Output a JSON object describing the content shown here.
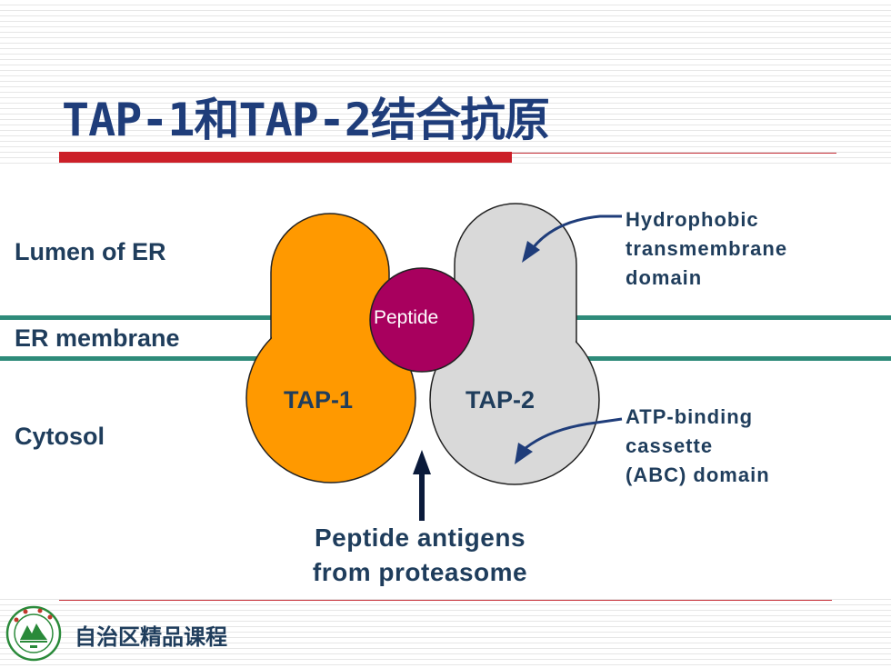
{
  "slide": {
    "title": "TAP-1和TAP-2结合抗原"
  },
  "diagram": {
    "regions": {
      "lumen": "Lumen of ER",
      "membrane": "ER membrane",
      "cytosol": "Cytosol"
    },
    "proteins": {
      "tap1": "TAP-1",
      "tap2": "TAP-2",
      "peptide": "Peptide"
    },
    "annotations": {
      "hydrophobic": [
        "Hydrophobic",
        "transmembrane",
        "domain"
      ],
      "atp_binding": [
        "ATP-binding",
        "cassette",
        "(ABC) domain"
      ]
    },
    "caption": [
      "Peptide antigens",
      "from proteasome"
    ],
    "colors": {
      "tap1": "#ff9900",
      "tap2": "#d9d9d9",
      "peptide": "#a8005e",
      "membrane": "#2e8b7a",
      "arrow": "#1f3d7a",
      "title": "#1f3d7a",
      "accent_rule": "#cc1f28"
    }
  },
  "footer": {
    "text": "自治区精品课程",
    "logo_icon": "university-seal-icon"
  }
}
